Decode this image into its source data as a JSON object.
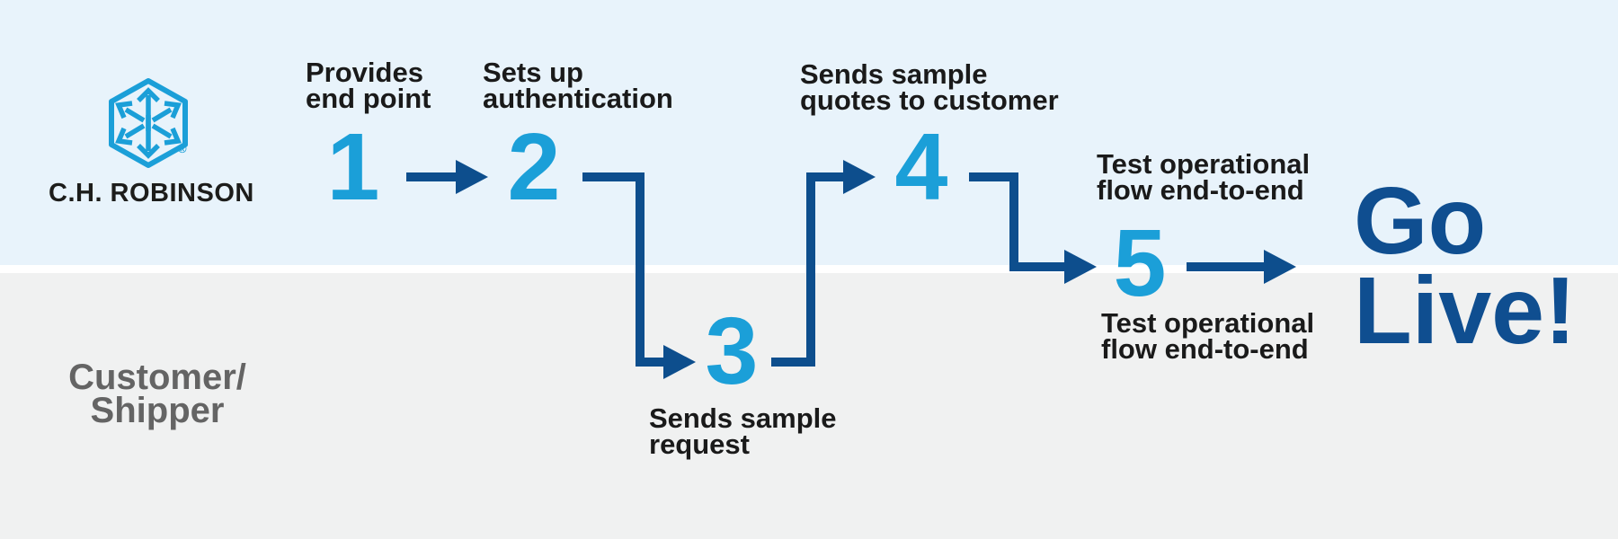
{
  "palette": {
    "top_bg": "#e8f3fb",
    "bottom_bg": "#f0f1f1",
    "divider": "#ffffff",
    "cyan": "#1b9fd8",
    "navy": "#0d4e8d",
    "go_navy": "#0f4e90",
    "label_text": "#1a1a1a",
    "logo_text": "#1d1d1b",
    "shipper_gray": "#646464"
  },
  "lanes": {
    "top_actor": {
      "logo_text": "C.H. ROBINSON",
      "registered_mark": "®"
    },
    "bottom_actor": {
      "line1": "Customer/",
      "line2": "Shipper"
    }
  },
  "steps": [
    {
      "number": "1",
      "line1": "Provides",
      "line2": "end point"
    },
    {
      "number": "2",
      "line1": "Sets up",
      "line2": "authentication"
    },
    {
      "number": "3",
      "line1": "Sends sample",
      "line2": "request"
    },
    {
      "number": "4",
      "line1": "Sends sample",
      "line2": "quotes to customer"
    },
    {
      "number": "5",
      "above1": "Test operational",
      "above2": "flow end-to-end",
      "below1": "Test operational",
      "below2": "flow end-to-end"
    }
  ],
  "finale": {
    "line1": "Go",
    "line2": "Live!"
  }
}
